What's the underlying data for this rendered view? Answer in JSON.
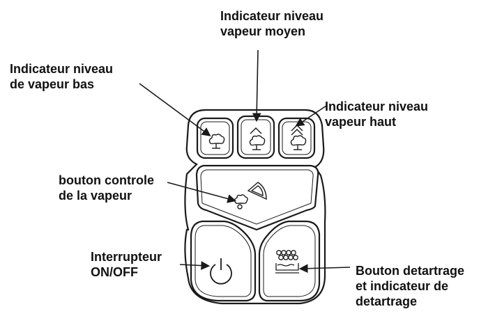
{
  "labels": {
    "steam_medium": {
      "line1": "Indicateur niveau",
      "line2": "vapeur moyen"
    },
    "steam_low": {
      "line1": "Indicateur niveau",
      "line2": "de vapeur bas"
    },
    "steam_high": {
      "line1": "Indicateur niveau",
      "line2": "vapeur haut"
    },
    "steam_control": {
      "line1": "bouton controle",
      "line2": "de la vapeur"
    },
    "power": {
      "line1": "Interrupteur",
      "line2": "ON/OFF"
    },
    "descale": {
      "line1": "Bouton detartrage",
      "line2": "et indicateur de",
      "line3": "detartrage"
    }
  },
  "icons": {
    "steam_low": "steam-low-icon",
    "steam_medium": "steam-medium-icon",
    "steam_high": "steam-high-icon",
    "steam_control": "steam-control-icon",
    "power": "power-icon",
    "descale": "descale-icon"
  },
  "colors": {
    "outline": "#1a1a1a",
    "text": "#111111",
    "background": "#ffffff"
  }
}
